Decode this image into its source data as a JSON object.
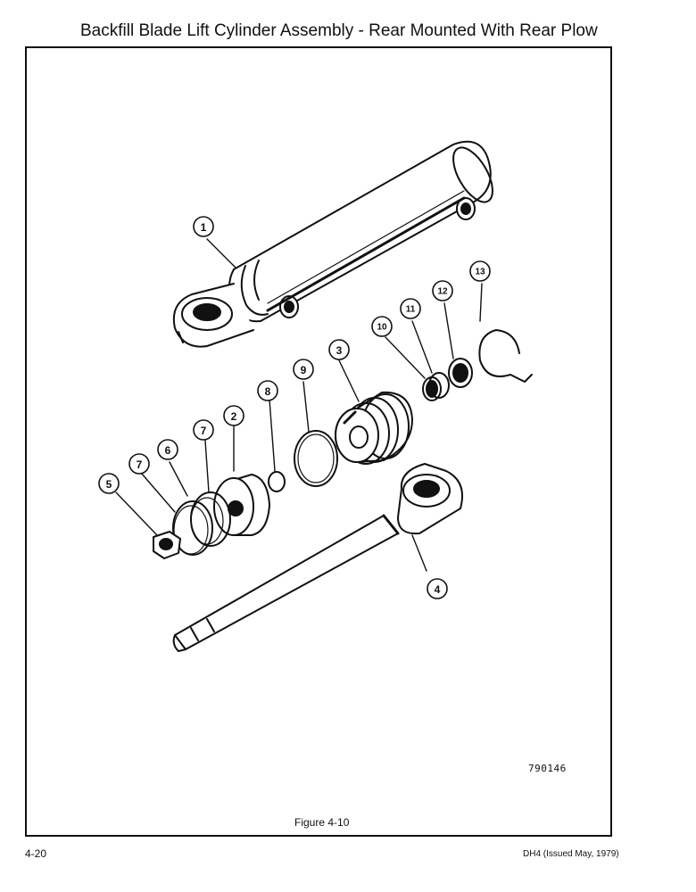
{
  "page": {
    "title": "Backfill Blade Lift Cylinder Assembly - Rear Mounted With Rear Plow",
    "figure_caption": "Figure 4-10",
    "drawing_number": "790146",
    "page_number": "4-20",
    "document_id": "DH4 (Issued May, 1979)"
  },
  "callouts": [
    {
      "id": "c1",
      "label": "1"
    },
    {
      "id": "c2",
      "label": "2"
    },
    {
      "id": "c3",
      "label": "3"
    },
    {
      "id": "c4",
      "label": "4"
    },
    {
      "id": "c5",
      "label": "5"
    },
    {
      "id": "c6",
      "label": "6"
    },
    {
      "id": "c7a",
      "label": "7"
    },
    {
      "id": "c7b",
      "label": "7"
    },
    {
      "id": "c8",
      "label": "8"
    },
    {
      "id": "c9",
      "label": "9"
    },
    {
      "id": "c10",
      "label": "10"
    },
    {
      "id": "c11",
      "label": "11"
    },
    {
      "id": "c12",
      "label": "12"
    },
    {
      "id": "c13",
      "label": "13"
    }
  ]
}
